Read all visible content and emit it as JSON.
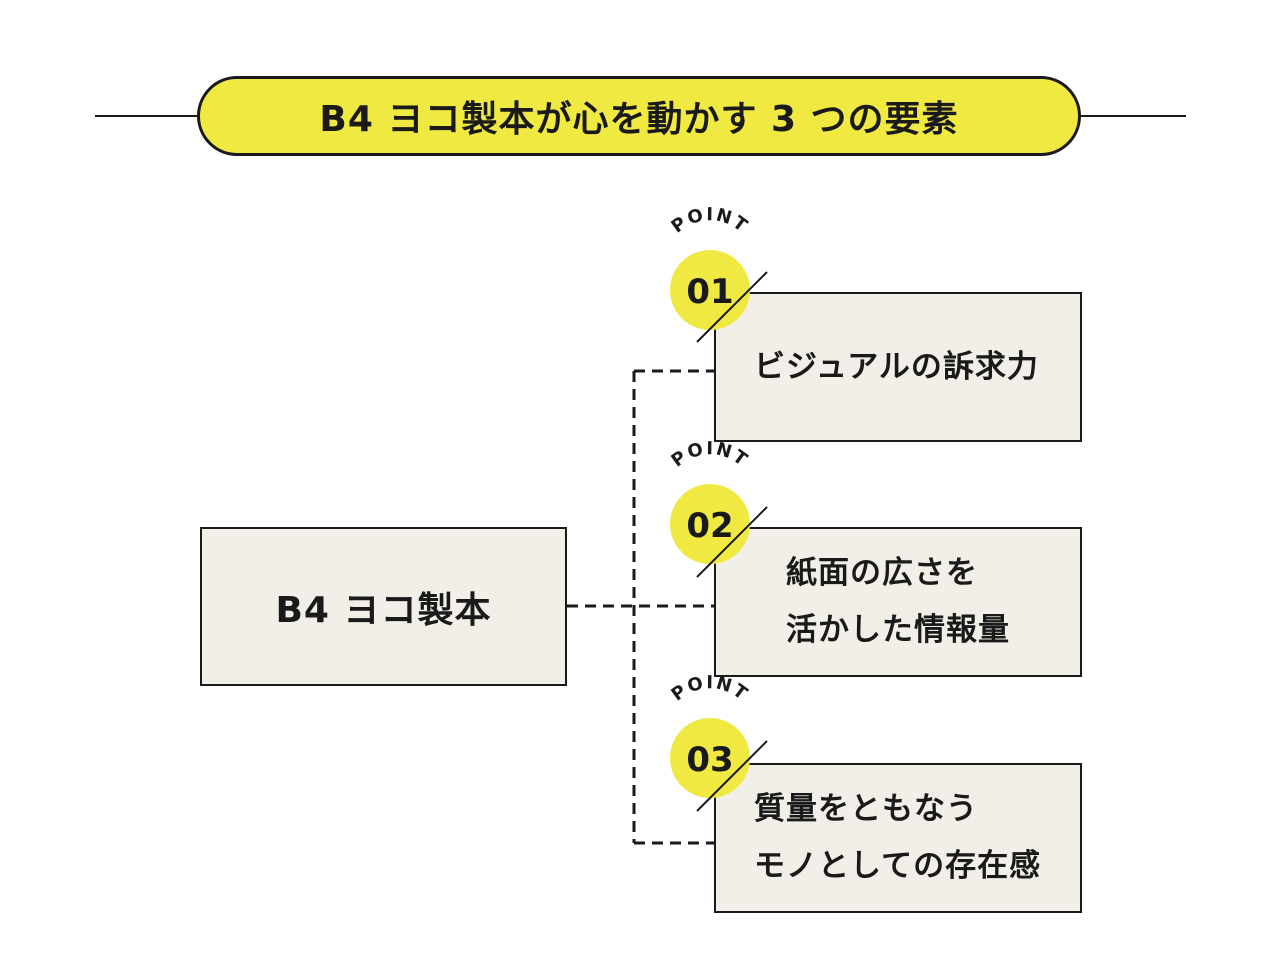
{
  "title": "B4 ヨコ製本が心を動かす 3 つの要素",
  "root": {
    "label": "B4 ヨコ製本"
  },
  "points": [
    {
      "badge_label": "POINT",
      "number": "01",
      "lines": [
        "ビジュアルの訴求力"
      ]
    },
    {
      "badge_label": "POINT",
      "number": "02",
      "lines": [
        "紙面の広さを",
        "活かした情報量"
      ]
    },
    {
      "badge_label": "POINT",
      "number": "03",
      "lines": [
        "質量をともなう",
        "モノとしての存在感"
      ]
    }
  ],
  "colors": {
    "accent_yellow": "#f0e942",
    "box_fill": "#f1efe8",
    "ink": "#1a1a1a"
  }
}
